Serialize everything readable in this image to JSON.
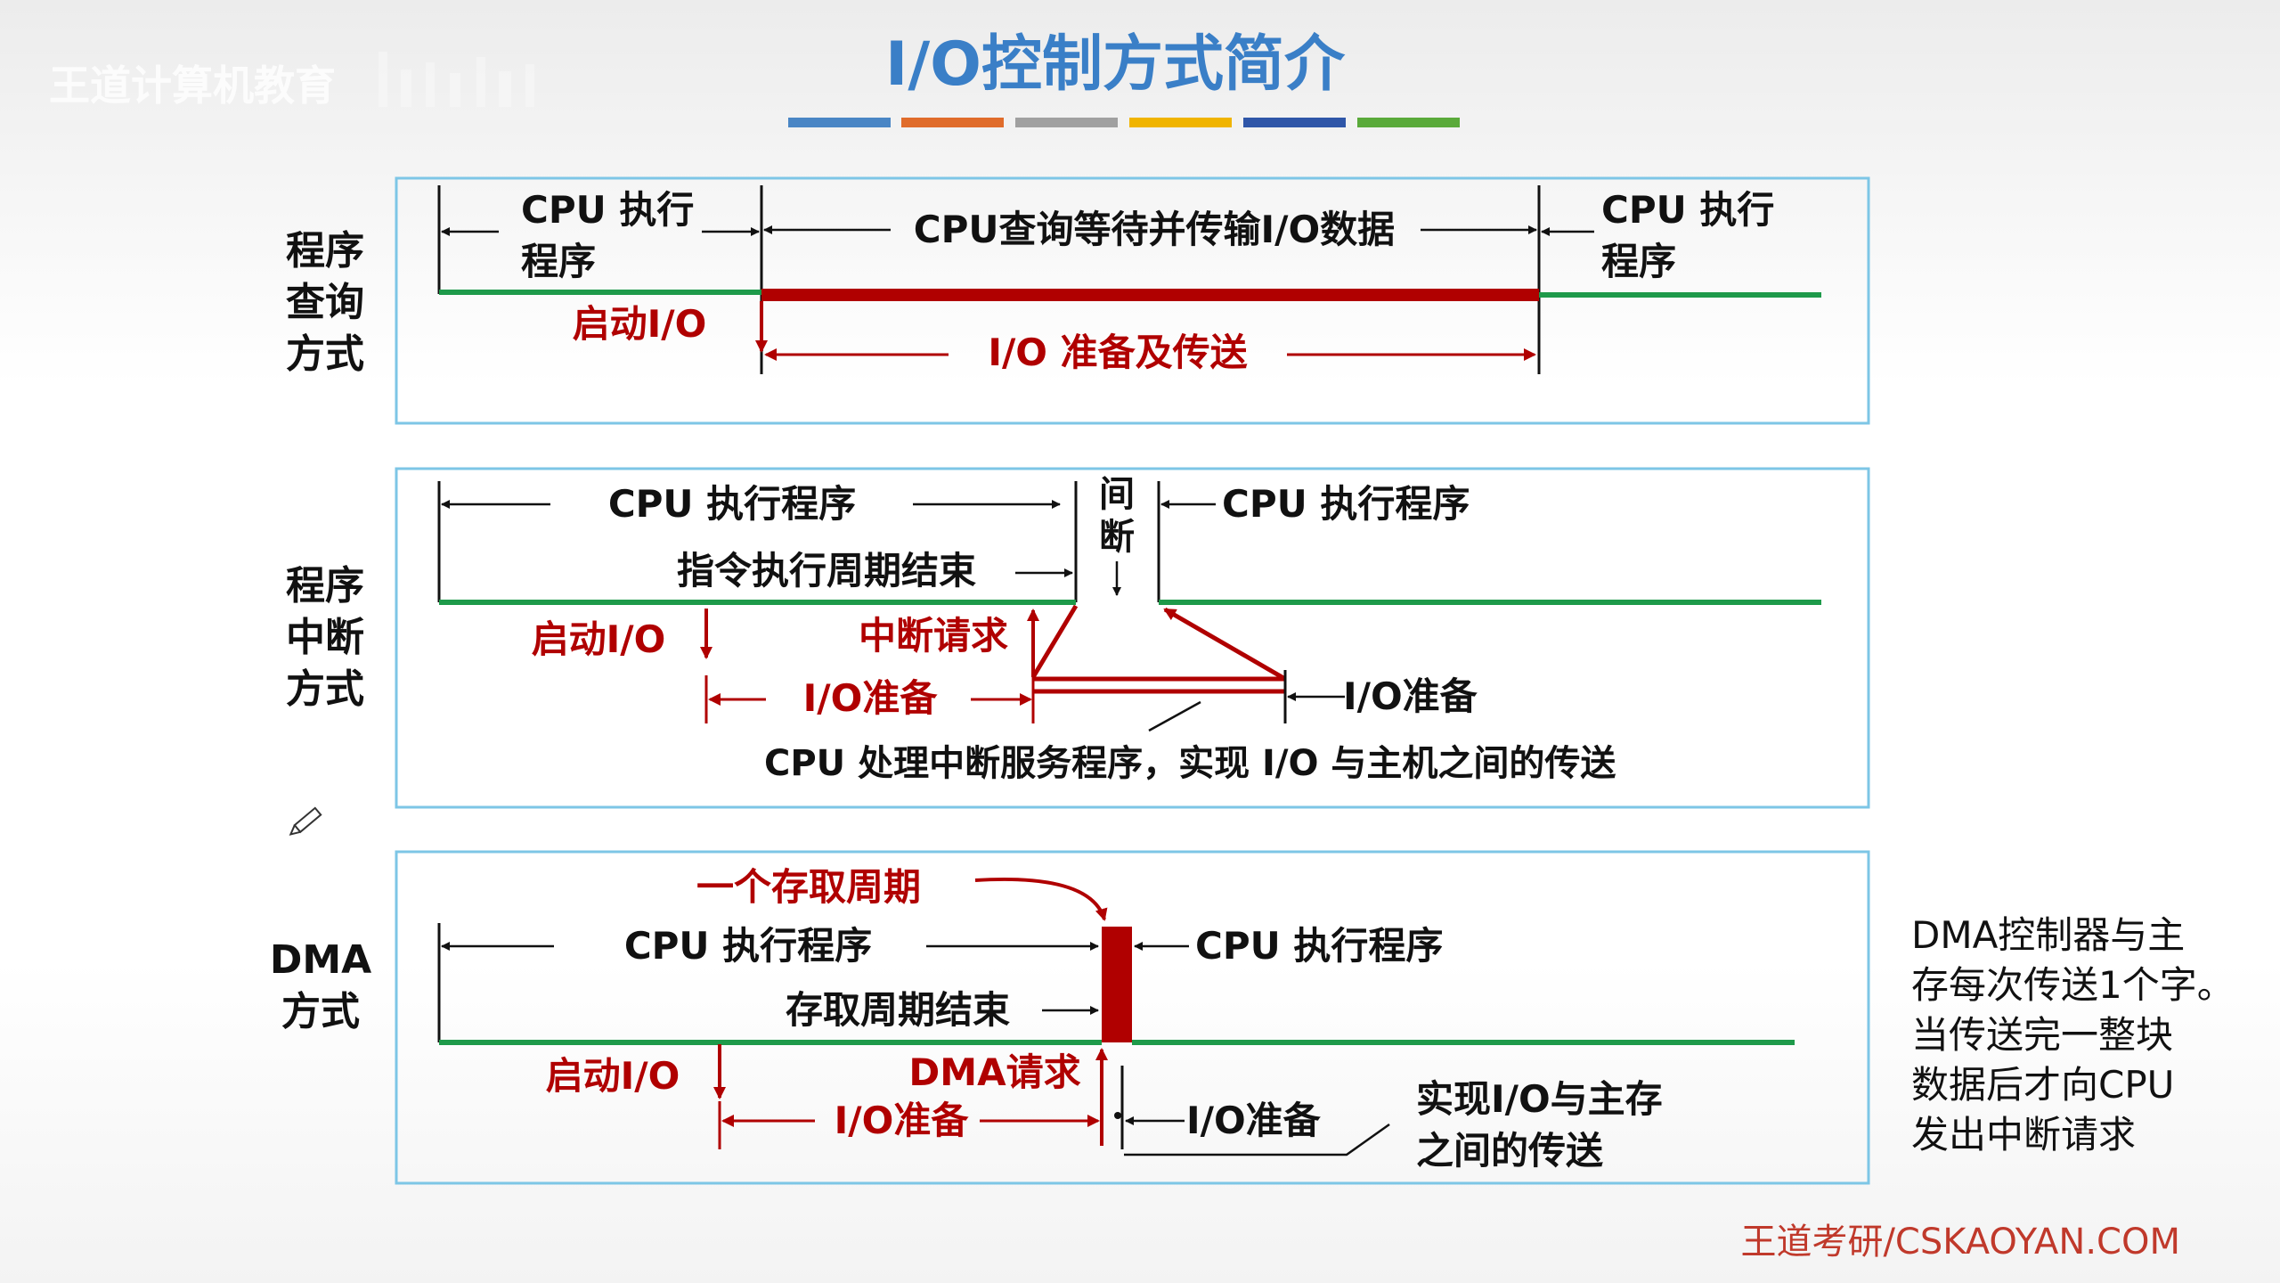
{
  "watermark": "王道计算机教育",
  "title": "I/O控制方式简介",
  "footer": "王道考研/CSKAOYAN.COM",
  "colors": {
    "title": "#3a7fc7",
    "box_border": "#7dc6e6",
    "green_line": "#1e9a4a",
    "red": "#b00000",
    "title_bars": [
      "#4a86c5",
      "#e06c2b",
      "#a0a0a0",
      "#f0b400",
      "#2f56a8",
      "#5aaa3a"
    ]
  },
  "sections": {
    "polling": {
      "side_label": [
        "程序",
        "查询",
        "方式"
      ],
      "cpu_exec_left": [
        "CPU 执行",
        "程序"
      ],
      "cpu_query": "CPU查询等待并传输I/O数据",
      "cpu_exec_right": [
        "CPU  执行",
        "程序"
      ],
      "start_io": "启动I/O",
      "io_prep_transfer": "I/O 准备及传送"
    },
    "interrupt": {
      "side_label": [
        "程序",
        "中断",
        "方式"
      ],
      "cpu_exec_left": "CPU  执行程序",
      "gap": [
        "间",
        "断"
      ],
      "cpu_exec_right": "CPU  执行程序",
      "instr_end": "指令执行周期结束",
      "start_io": "启动I/O",
      "int_request": "中断请求",
      "io_prep_left": "I/O准备",
      "io_prep_right": "I/O准备",
      "cpu_handle": "CPU 处理中断服务程序，实现 I/O 与主机之间的传送"
    },
    "dma": {
      "side_label": [
        "DMA",
        "方式"
      ],
      "access_cycle": "一个存取周期",
      "cpu_exec_left": "CPU  执行程序",
      "cpu_exec_right": "CPU  执行程序",
      "access_end": "存取周期结束",
      "start_io": "启动I/O",
      "dma_request": "DMA请求",
      "io_prep_left": "I/O准备",
      "io_prep_right": "I/O准备",
      "transfer": [
        "实现I/O与主存",
        "之间的传送"
      ],
      "note": [
        "DMA控制器与主",
        "存每次传送1个字。",
        "当传送完一整块",
        "数据后才向CPU",
        "发出中断请求"
      ]
    }
  }
}
